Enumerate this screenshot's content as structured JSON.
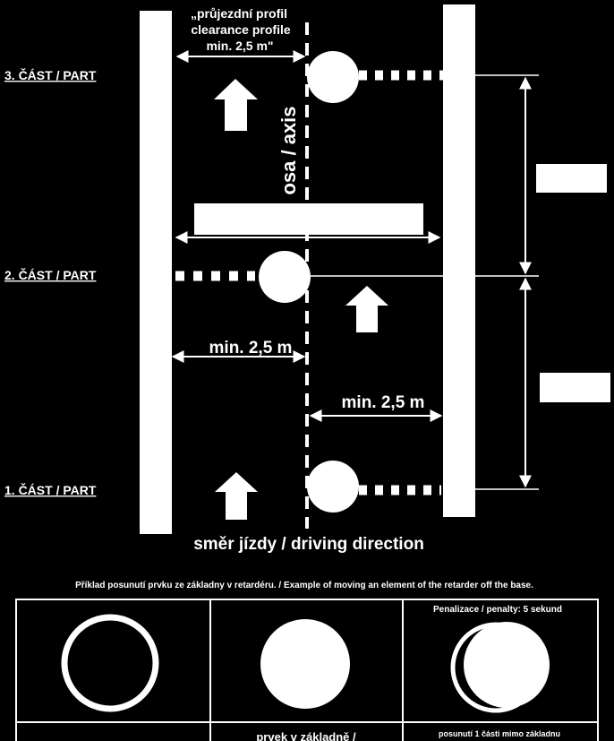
{
  "profile": {
    "line1": "„průjezdní profil",
    "line2": "clearance profile",
    "line3": "min. 2,5 m\""
  },
  "axis_label": "osa / axis",
  "parts": {
    "part3": "3. ČÁST / PART",
    "part2": "2. ČÁST / PART",
    "part1": "1. ČÁST / PART"
  },
  "dimensions": {
    "left_min": "min. 2,5 m",
    "right_min": "min. 2,5 m"
  },
  "direction_label": "směr jízdy / driving direction",
  "example_caption": "Příklad posunutí prvku ze základny v retardéru.  / Example of moving an element of the retarder off the base.",
  "table": {
    "penalty_label": "Penalizace / penalty: 5 sekund",
    "bottom_middle": "prvek v základně /",
    "bottom_right": "posunutí 1 části mimo základnu"
  },
  "colors": {
    "foreground": "#ffffff",
    "background": "#000000"
  }
}
